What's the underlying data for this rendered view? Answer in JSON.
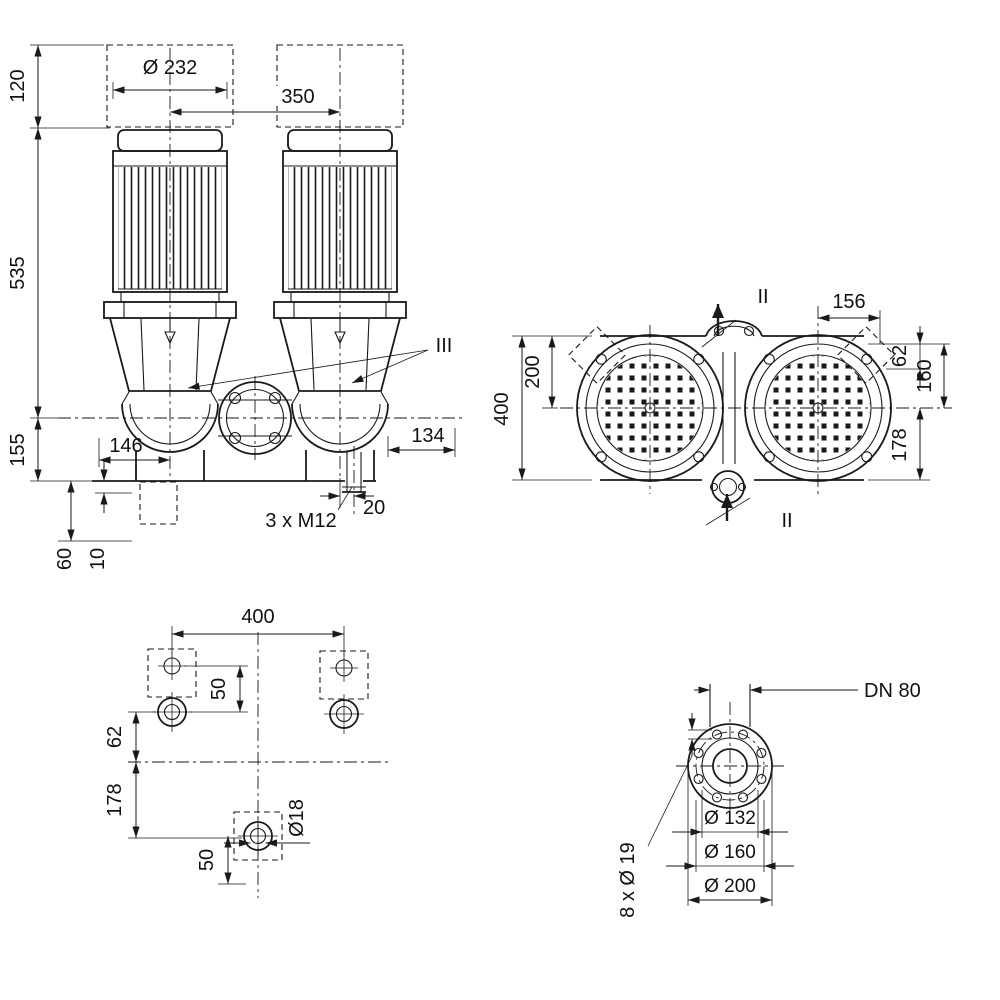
{
  "colors": {
    "line": "#1a1a1a",
    "background": "#ffffff"
  },
  "front_view": {
    "dim_120": "120",
    "dim_d232": "Ø 232",
    "dim_350": "350",
    "dim_535": "535",
    "dim_155": "155",
    "dim_146": "146",
    "dim_134": "134",
    "label_3xm12": "3 x M12",
    "dim_20": "20",
    "dim_60": "60",
    "dim_10": "10",
    "callout_iii": "III"
  },
  "top_view": {
    "dim_400": "400",
    "dim_200": "200",
    "dim_156": "156",
    "dim_62": "62",
    "dim_160": "160",
    "dim_178": "178",
    "section_top": "II",
    "section_bottom": "II"
  },
  "foundation_view": {
    "dim_400": "400",
    "dim_50_upper": "50",
    "dim_62": "62",
    "dim_178": "178",
    "dim_50_lower": "50",
    "dim_d18": "Ø18"
  },
  "flange_view": {
    "label_dn": "DN 80",
    "dim_d132": "Ø 132",
    "dim_d160": "Ø 160",
    "dim_d200": "Ø 200",
    "label_bolts": "8 x Ø 19"
  }
}
